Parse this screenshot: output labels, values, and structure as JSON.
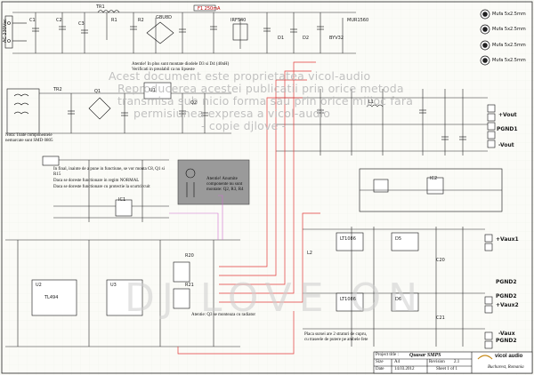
{
  "watermark": {
    "lines": [
      "Acest document este proprietatea vicol-audio",
      "Reproducerea acestei publicatii prin orice metoda",
      "transmisa sub nicio forma sau prin orice mijloc fara",
      "permisiunea expresa a vicol-audio",
      "- copie djlove -"
    ],
    "big": "DJ LOVE ON"
  },
  "top_left": {
    "input_label": "AC 230Vac",
    "fuse_label": "F1 250mA"
  },
  "headphone_outputs": [
    {
      "label": "Mufa 5x2.5mm"
    },
    {
      "label": "Mufa 5x2.5mm"
    },
    {
      "label": "Mufa 5x2.5mm"
    },
    {
      "label": "Mufa 5x2.5mm"
    }
  ],
  "output_connectors": {
    "vout_pos": "+Vout",
    "pgnd1": "PGND1",
    "vout_neg": "-Vout",
    "vaux1": "+Vaux1",
    "pgnd2a": "PGND2",
    "pgnd2b": "PGND2",
    "vaux2": "+Vaux2",
    "vaux_neg": "-Vaux",
    "pgnd2c": "PGND2"
  },
  "ic_labels": {
    "u1": "U1",
    "u2": "U2",
    "u3": "U3",
    "ic1": "IC1",
    "ic2": "IC2",
    "tl494": "TL494",
    "lt1086a": "LT1086",
    "lt1086b": "LT1086"
  },
  "component_labels": [
    "C1",
    "C2",
    "C3",
    "R1",
    "R2",
    "TR1",
    "D1",
    "D2",
    "Q1",
    "Q2",
    "L1",
    "L2",
    "TR2",
    "D5",
    "D6",
    "C20",
    "C21",
    "R20",
    "R21",
    "IRF540",
    "GBU8D",
    "MUR1560",
    "BYV32"
  ],
  "notes": {
    "note_top": "Atentie! In plus sunt montate diodele D3 si D4 (40nH) Verificati in prealabil ca nu lipseste",
    "note_mid1": "In final, inainte de a pune in functiune, se vor monta C8, Q1 si R15",
    "note_mid2": "Daca se doreste functionare in regim NORMAL",
    "note_mid3": "Daca se doreste functionare cu protectie la scurtcircuit",
    "note_box": "Atentie! Anumite componente nu sunt montate: Q2, R3, R4",
    "note_bottom1": "Nota: Toate componentele nemarcate sunt SMD 0805",
    "note_bottom2": "Atentie: Q3 se monteaza cu radiator",
    "note_br": "Placa sursei are 2 straturi de cupru, cu traseele de putere pe ambele fete"
  },
  "title_block": {
    "project_label": "Project title :",
    "project": "Quasar SMPS",
    "company": "vicol audio",
    "location": "Bucharest, Romania",
    "size_label": "Size",
    "size": "A4",
    "rev_label": "Revision",
    "rev": "2.1",
    "date_label": "Date",
    "date": "14.03.2012",
    "sheet": "Sheet 1 of 1"
  }
}
